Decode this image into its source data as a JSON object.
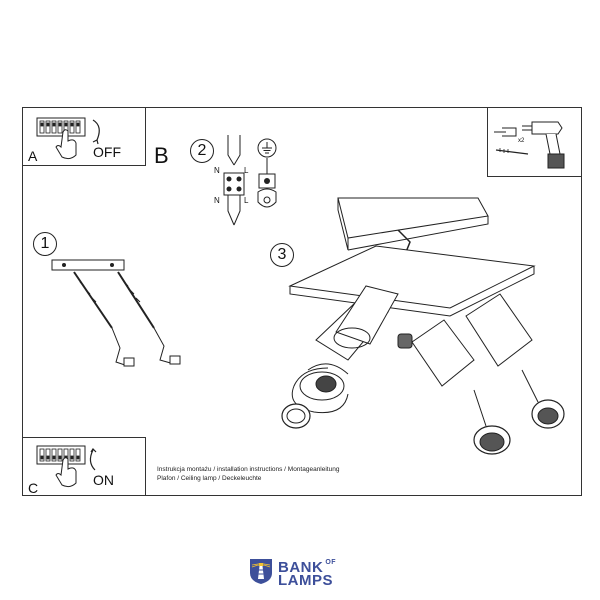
{
  "panel_a": {
    "letter": "A",
    "label": "OFF"
  },
  "panel_b": {
    "letter": "B"
  },
  "panel_c": {
    "letter": "C",
    "label": "ON"
  },
  "steps": {
    "one": "1",
    "two": "2",
    "three": "3"
  },
  "wiring": {
    "n_top": "N",
    "l_top": "L",
    "n_bottom": "N",
    "l_bottom": "L"
  },
  "tools": {
    "count": "x2"
  },
  "instructions": {
    "line1": "Instrukcja montażu / installation instructions / Montageanleitung",
    "line2": "Plafon / Ceiling lamp / Deckeleuchte"
  },
  "logo": {
    "word1": "BANK",
    "word_of": "OF",
    "word2": "LAMPS",
    "color": "#3d4f9a"
  }
}
